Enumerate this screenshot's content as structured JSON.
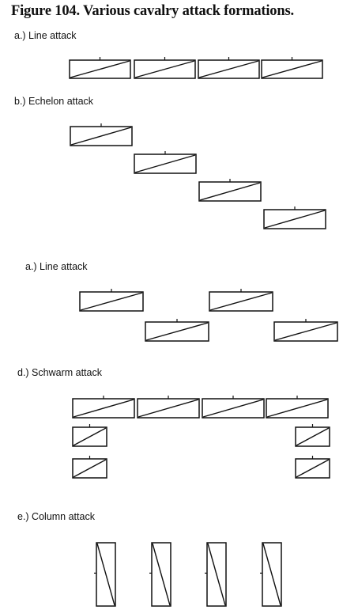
{
  "figure": {
    "title": "Figure 104. Various cavalry attack formations."
  },
  "sections": [
    {
      "id": "a1",
      "label": "a.) Line attack"
    },
    {
      "id": "b",
      "label": "b.) Echelon attack"
    },
    {
      "id": "a2",
      "label": "a.) Line attack"
    },
    {
      "id": "d",
      "label": "d.) Schwarm attack"
    },
    {
      "id": "e",
      "label": "e.) Column attack"
    }
  ]
}
